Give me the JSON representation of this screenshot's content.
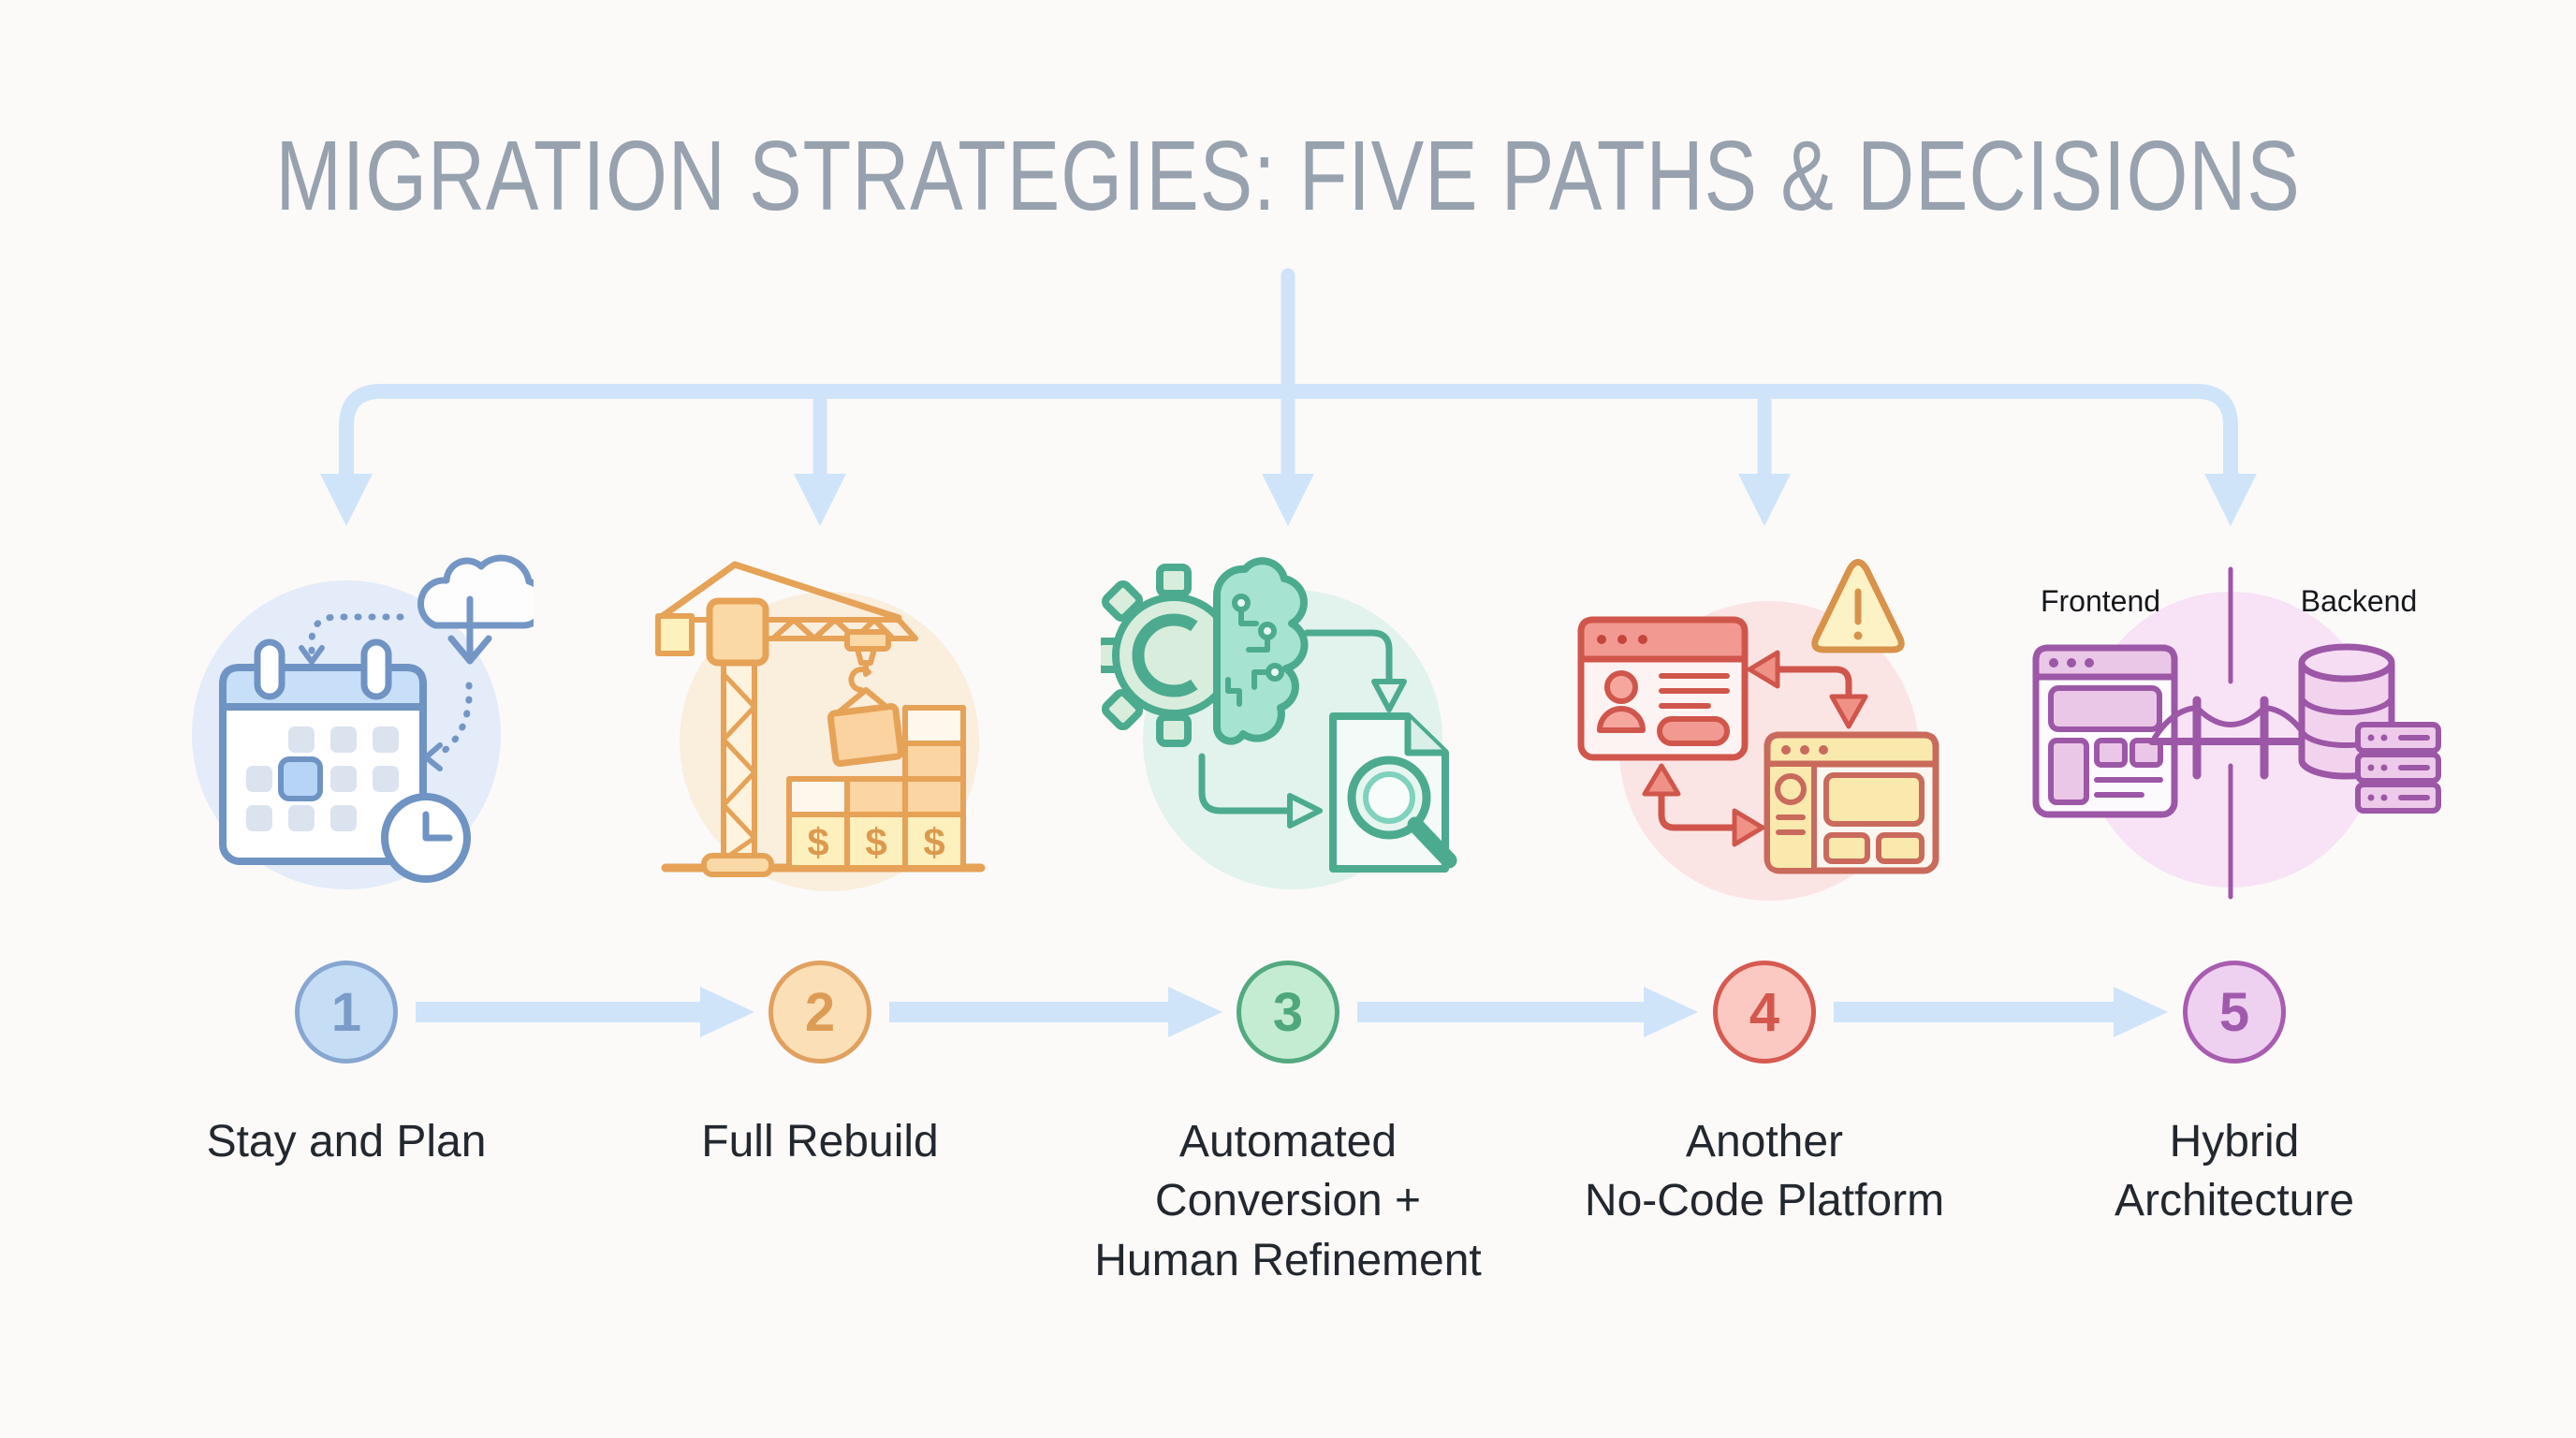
{
  "title": "MIGRATION STRATEGIES: FIVE PATHS & DECISIONS",
  "colors": {
    "background": "#fbfaf9",
    "title_text": "#97a2ae",
    "connector_blue": "#cfe4f9",
    "label_text": "#23272e"
  },
  "steps": [
    {
      "number": "1",
      "label": "Stay and Plan",
      "icon": "calendar-cloud-migration-icon",
      "accent": "#7b9cc9",
      "circle_fill": "#c6ddf6",
      "circle_border": "#87a6d0"
    },
    {
      "number": "2",
      "label": "Full Rebuild",
      "icon": "construction-crane-icon",
      "accent": "#e6a257",
      "circle_fill": "#fbdfb6",
      "circle_border": "#e0a160",
      "dollar_signs": [
        "$",
        "$",
        "$"
      ]
    },
    {
      "number": "3",
      "label": "Automated\nConversion +\nHuman Refinement",
      "icon": "ai-gear-brain-review-icon",
      "accent": "#4cab8f",
      "circle_fill": "#c4ecd3",
      "circle_border": "#54aa80"
    },
    {
      "number": "4",
      "label": "Another\nNo-Code Platform",
      "icon": "platform-swap-warning-icon",
      "accent": "#d0564c",
      "circle_fill": "#fbc9c1",
      "circle_border": "#d65a50"
    },
    {
      "number": "5",
      "label": "Hybrid\nArchitecture",
      "icon": "frontend-backend-bridge-icon",
      "accent": "#9c57a6",
      "circle_fill": "#eed0f0",
      "circle_border": "#a85cb0",
      "sublabels": {
        "frontend": "Frontend",
        "backend": "Backend"
      }
    }
  ]
}
